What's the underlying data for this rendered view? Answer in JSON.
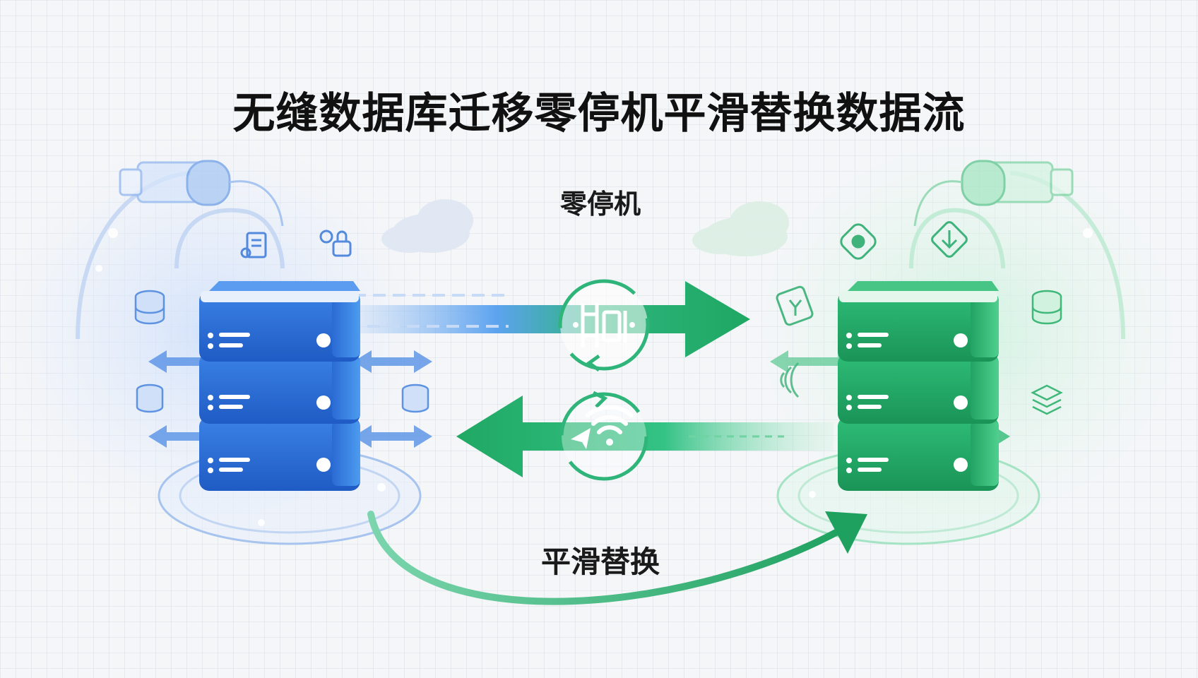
{
  "diagram": {
    "title": "无缝数据库迁移零停机平滑替换数据流",
    "labels": {
      "zero_downtime": "零停机",
      "smooth_replace": "平滑替换"
    }
  },
  "colors": {
    "source_blue": "#2f6fd6",
    "target_green": "#21a56a",
    "title_text": "#111111"
  },
  "icons": {
    "center_top": "migration-gate-icon",
    "center_bottom": "wifi-signal-icon",
    "decor_left": [
      "database-icon",
      "document-icon",
      "lock-icon",
      "cloud-icon"
    ],
    "decor_right": [
      "database-icon",
      "shield-icon",
      "download-icon",
      "cloud-icon"
    ]
  }
}
